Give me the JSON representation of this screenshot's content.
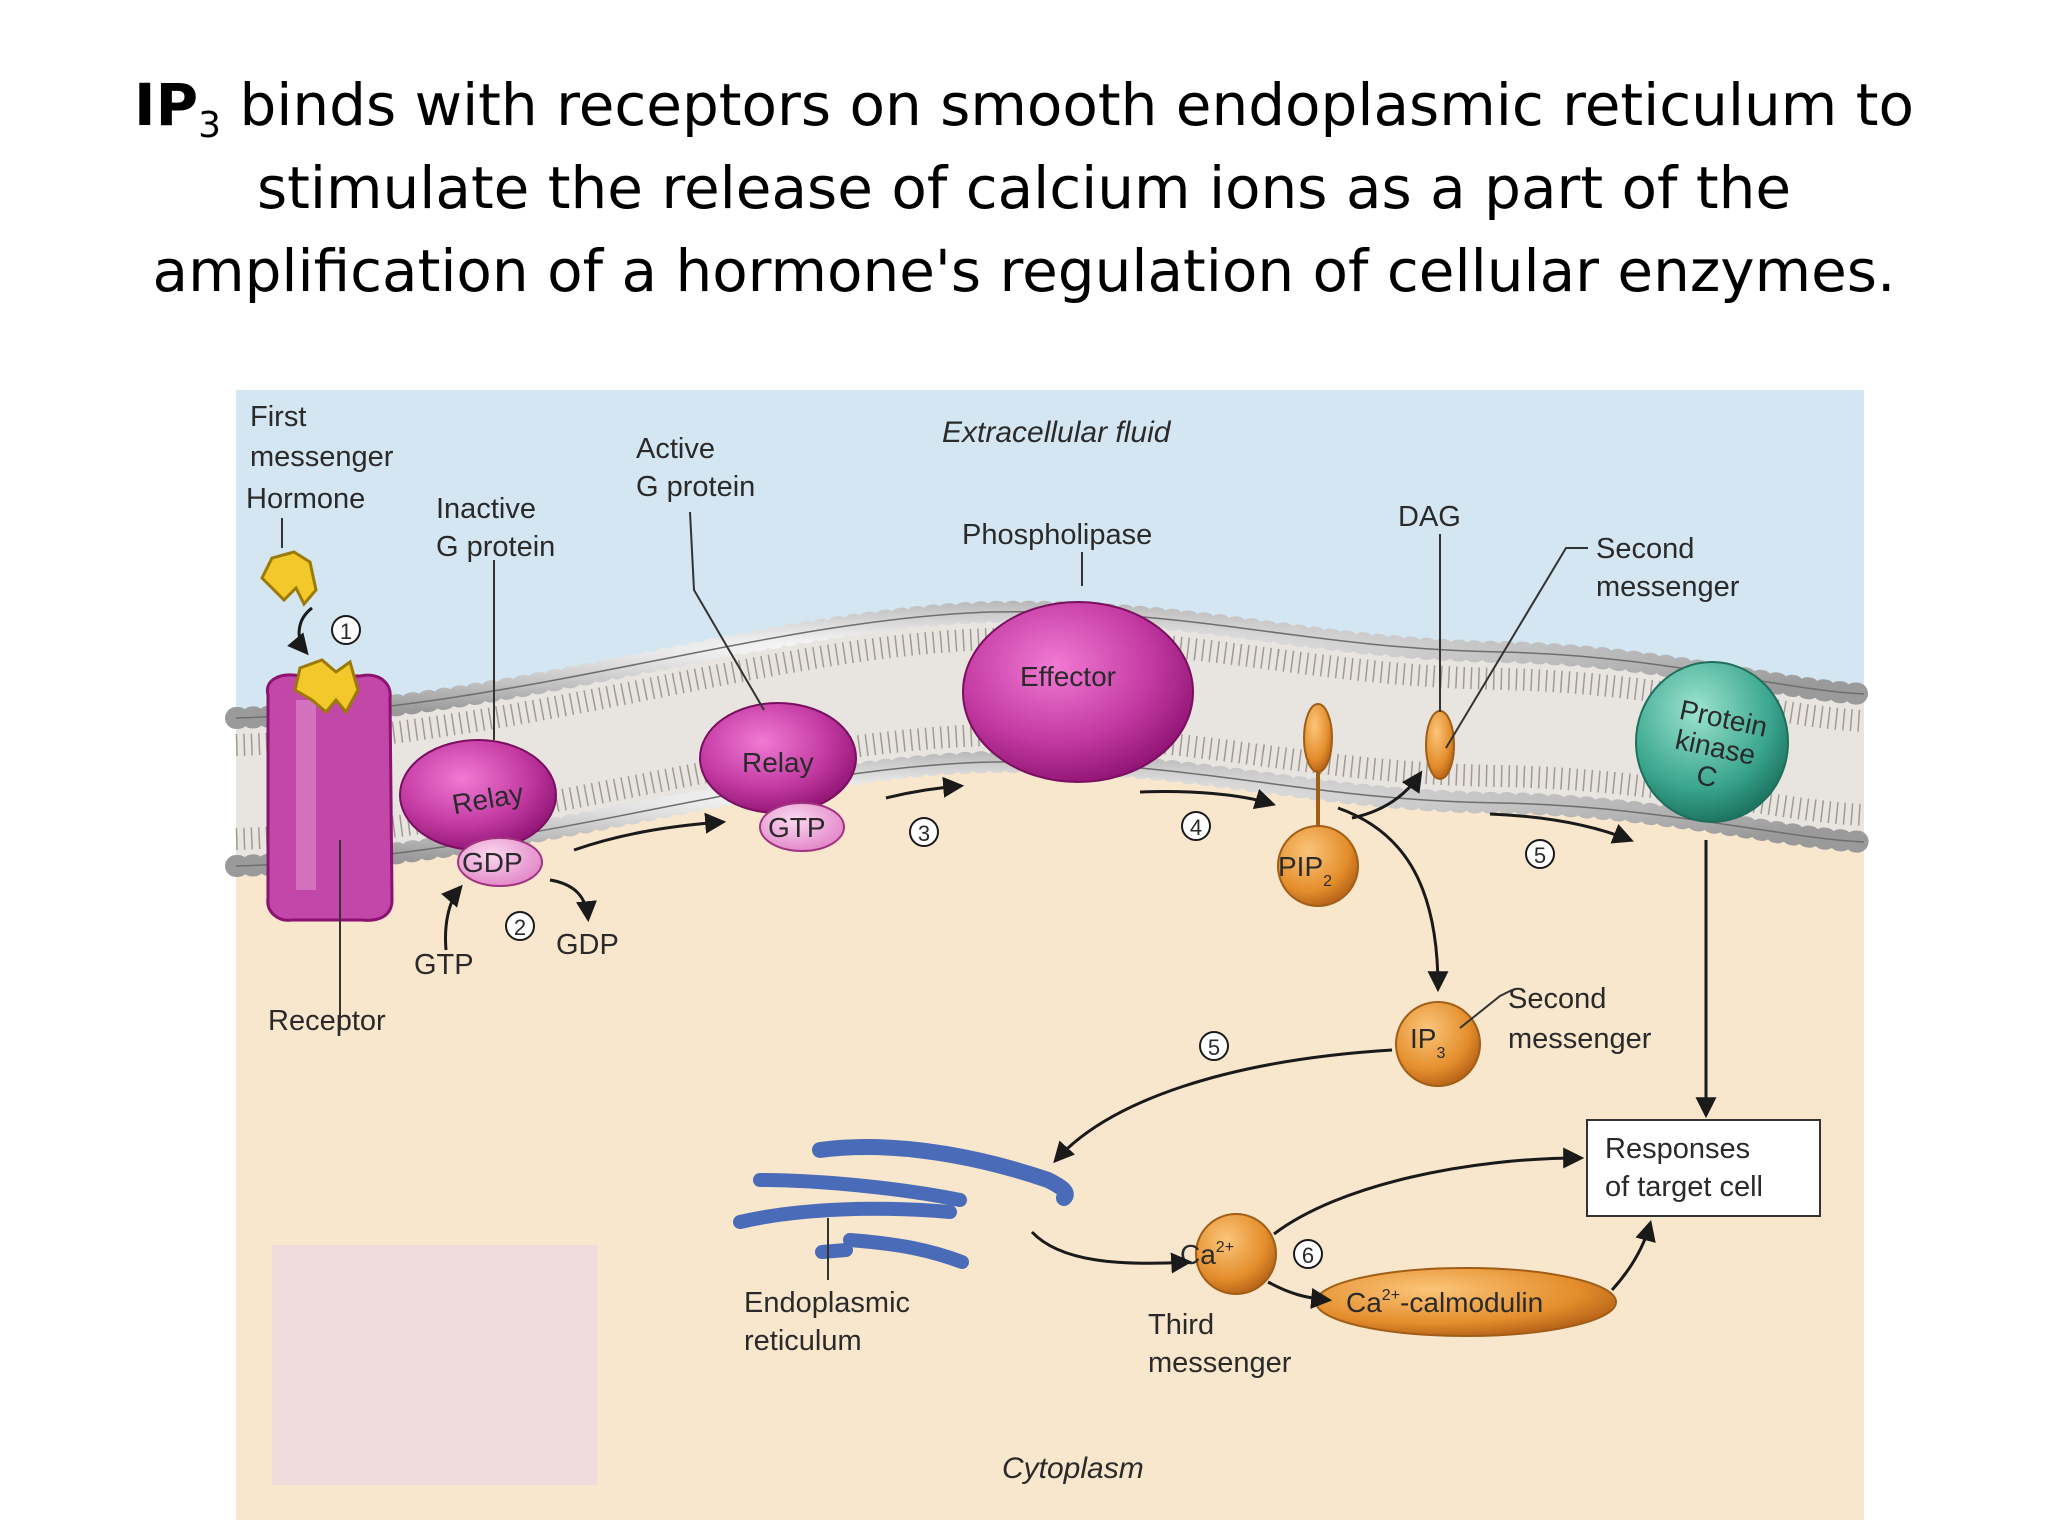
{
  "slide": {
    "title": {
      "bold": "IP",
      "sub": "3",
      "line1": " binds with receptors on smooth endoplasmic reticulum to",
      "line2": "stimulate the release of calcium ions as a part of the",
      "line3": "amplification of a hormone's regulation of cellular enzymes."
    }
  },
  "figure": {
    "regions": {
      "extracellular": "Extracellular fluid",
      "cytoplasm": "Cytoplasm"
    },
    "labels": {
      "first_messenger_1": "First",
      "first_messenger_2": "messenger",
      "hormone": "Hormone",
      "inactive_g_1": "Inactive",
      "inactive_g_2": "G protein",
      "active_g_1": "Active",
      "active_g_2": "G protein",
      "phospholipase": "Phospholipase",
      "dag": "DAG",
      "second_messenger_top_1": "Second",
      "second_messenger_top_2": "messenger",
      "effector": "Effector",
      "relay": "Relay",
      "gdp": "GDP",
      "gtp": "GTP",
      "receptor": "Receptor",
      "pip": "PIP",
      "pip_sub": "2",
      "ip": "IP",
      "ip_sub": "3",
      "second_messenger_mid_1": "Second",
      "second_messenger_mid_2": "messenger",
      "protein_kinase_1": "Protein",
      "protein_kinase_2": "kinase",
      "protein_kinase_3": "C",
      "responses_1": "Responses",
      "responses_2": "of target cell",
      "er_1": "Endoplasmic",
      "er_2": "reticulum",
      "ca": "Ca",
      "ca_sup": "2+",
      "third_messenger_1": "Third",
      "third_messenger_2": "messenger",
      "calmodulin_ca": "Ca",
      "calmodulin_sup": "2+",
      "calmodulin_rest": "-calmodulin"
    },
    "steps": {
      "step1": "1",
      "step2": "2",
      "step3": "3",
      "step4": "4",
      "step5a": "5",
      "step5b": "5",
      "step6": "6"
    },
    "colors": {
      "extracellular": "#d4e6f1",
      "cytoplasm": "#f8e6cd",
      "g_protein": "#b7268f",
      "effector": "#c23a9f",
      "phosphate": "#e0902e",
      "protein_kinase": "#3fa58e",
      "er": "#4a6bb8",
      "hormone": "#f2c82b",
      "pink_box": "#efdbdb"
    }
  }
}
